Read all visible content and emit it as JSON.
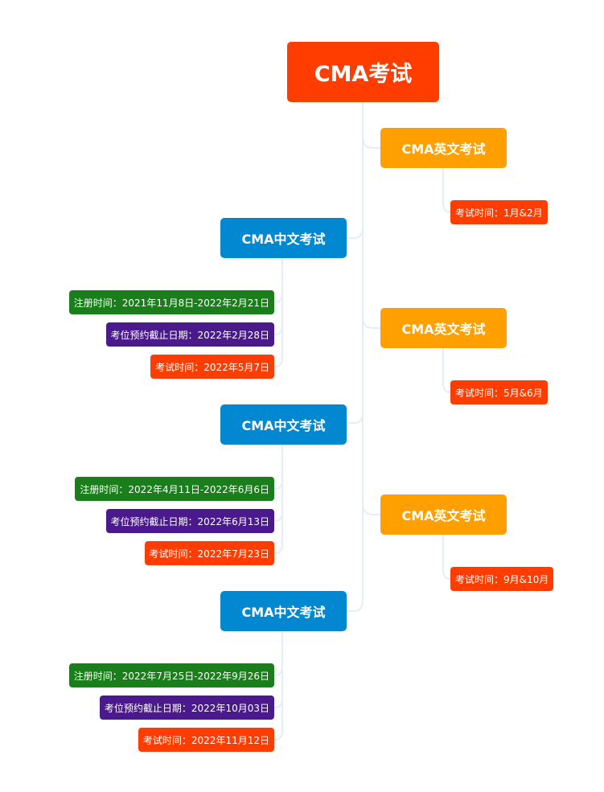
{
  "root": {
    "label": "CMA考试"
  },
  "english": [
    {
      "label": "CMA英文考试",
      "time": "考试时间：1月&2月"
    },
    {
      "label": "CMA英文考试",
      "time": "考试时间：5月&6月"
    },
    {
      "label": "CMA英文考试",
      "time": "考试时间：9月&10月"
    }
  ],
  "chinese": [
    {
      "label": "CMA中文考试",
      "register": "注册时间：2021年11月8日-2022年2月21日",
      "booking": "考位预约截止日期：2022年2月28日",
      "exam": "考试时间：2022年5月7日"
    },
    {
      "label": "CMA中文考试",
      "register": "注册时间：2022年4月11日-2022年6月6日",
      "booking": "考位预约截止日期：2022年6月13日",
      "exam": "考试时间：2022年7月23日"
    },
    {
      "label": "CMA中文考试",
      "register": "注册时间：2022年7月25日-2022年9月26日",
      "booking": "考位预约截止日期：2022年10月03日",
      "exam": "考试时间：2022年11月12日"
    }
  ],
  "colors": {
    "root": "#ff3d00",
    "english": "#ffa000",
    "chinese": "#0288d1",
    "register": "#1a7f1a",
    "booking": "#4a1a8c",
    "exam": "#ff3d00",
    "connector": "#e3eef8"
  }
}
